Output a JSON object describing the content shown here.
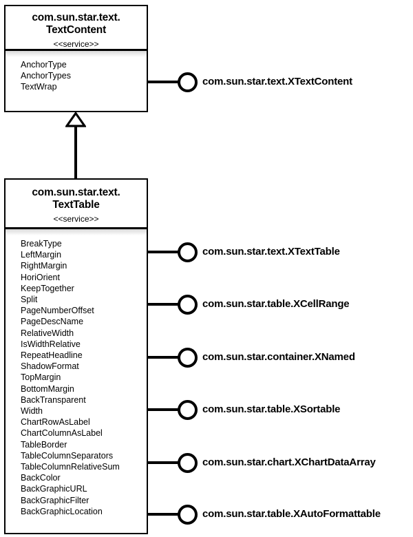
{
  "diagram": {
    "colors": {
      "line": "#000000",
      "background": "#ffffff",
      "compartment_shade": "#d9d9d9"
    },
    "textcontent": {
      "title_line1": "com.sun.star.text.",
      "title_line2": "TextContent",
      "stereotype": "<<service>>",
      "properties": [
        "AnchorType",
        "AnchorTypes",
        "TextWrap"
      ],
      "interfaces": [
        "com.sun.star.text.XTextContent"
      ]
    },
    "texttable": {
      "title_line1": "com.sun.star.text.",
      "title_line2": "TextTable",
      "stereotype": "<<service>>",
      "properties": [
        "BreakType",
        "LeftMargin",
        "RightMargin",
        "HoriOrient",
        "KeepTogether",
        "Split",
        "PageNumberOffset",
        "PageDescName",
        "RelativeWidth",
        "IsWidthRelative",
        "RepeatHeadline",
        "ShadowFormat",
        "TopMargin",
        "BottomMargin",
        "BackTransparent",
        "Width",
        "ChartRowAsLabel",
        "ChartColumnAsLabel",
        "TableBorder",
        "TableColumnSeparators",
        "TableColumnRelativeSum",
        "BackColor",
        "BackGraphicURL",
        "BackGraphicFilter",
        "BackGraphicLocation"
      ],
      "interfaces": [
        "com.sun.star.text.XTextTable",
        "com.sun.star.table.XCellRange",
        "com.sun.star.container.XNamed",
        "com.sun.star.table.XSortable",
        "com.sun.star.chart.XChartDataArray",
        "com.sun.star.table.XAutoFormattable"
      ]
    }
  }
}
